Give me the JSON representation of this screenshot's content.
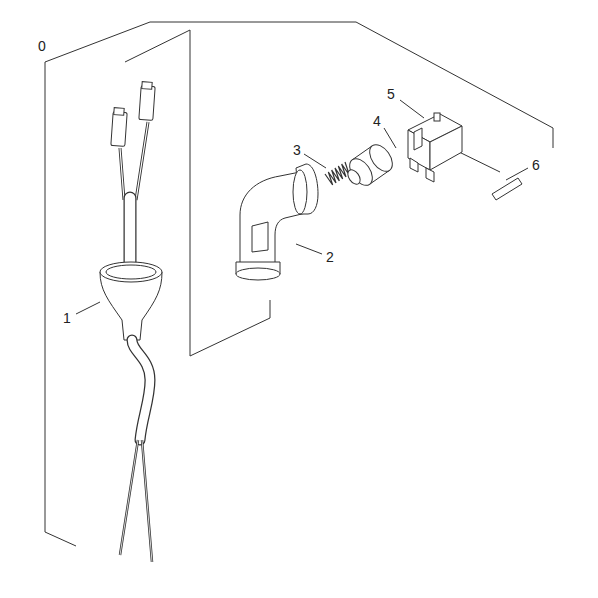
{
  "diagram": {
    "labels": [
      "0",
      "1",
      "2",
      "3",
      "4",
      "5",
      "6"
    ]
  }
}
